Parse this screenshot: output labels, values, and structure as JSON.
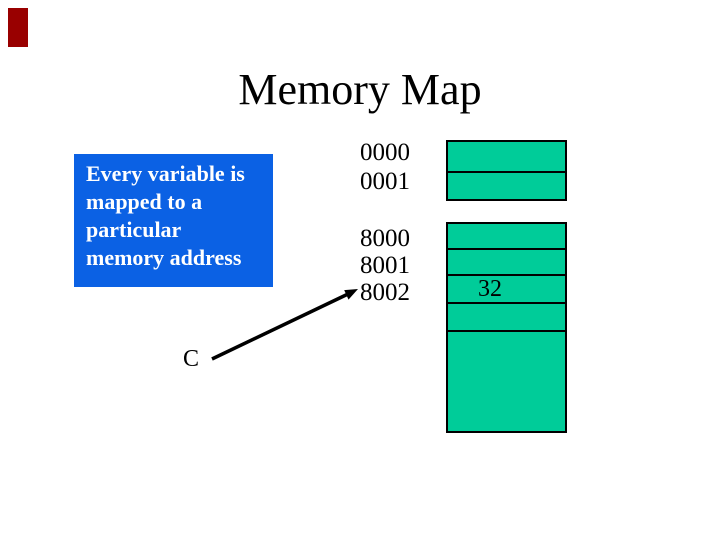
{
  "title": "Memory Map",
  "callout": {
    "text": "Every variable is mapped to a particular memory address",
    "lines": [
      "Every variable is",
      "mapped to a",
      "particular",
      "memory address"
    ]
  },
  "memory": {
    "top_addresses": [
      "0000",
      "0001"
    ],
    "bottom_addresses": [
      "8000",
      "8001",
      "8002"
    ],
    "bottom_cells": [
      "",
      "",
      "32",
      "",
      ""
    ],
    "stored_value": "32",
    "variable_label": "C"
  },
  "colors": {
    "accent_red": "#990000",
    "callout_blue": "#0B61E4",
    "cell_green": "#00CC99",
    "callout_text": "#FFFFFF",
    "text": "#000000"
  }
}
